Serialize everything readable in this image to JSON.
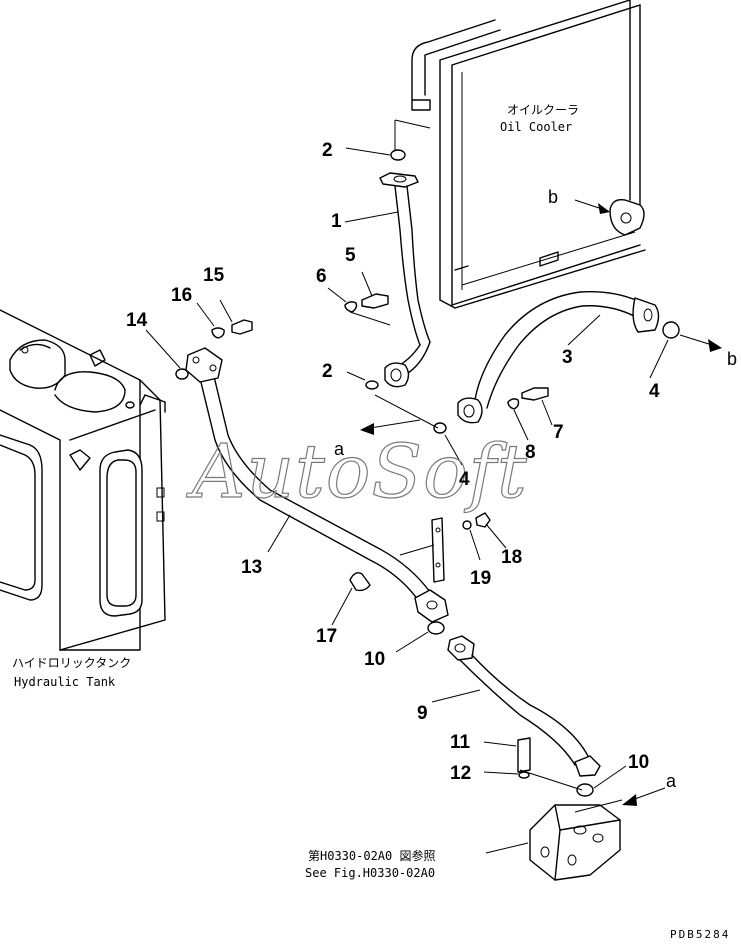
{
  "watermark": "AutoSoft",
  "figure_code": "PDB5284",
  "labels": {
    "oil_cooler_jp": "オイルクーラ",
    "oil_cooler_en": "Oil Cooler",
    "tank_jp": "ハイドロリックタンク",
    "tank_en": "Hydraulic Tank",
    "see_fig_jp": "第H0330-02A0 図参照",
    "see_fig_en": "See Fig.H0330-02A0"
  },
  "connection_letters": {
    "a": "a",
    "b": "b"
  },
  "part_numbers": [
    "1",
    "2",
    "3",
    "4",
    "5",
    "6",
    "7",
    "8",
    "9",
    "10",
    "11",
    "12",
    "13",
    "14",
    "15",
    "16",
    "17",
    "18",
    "19"
  ]
}
